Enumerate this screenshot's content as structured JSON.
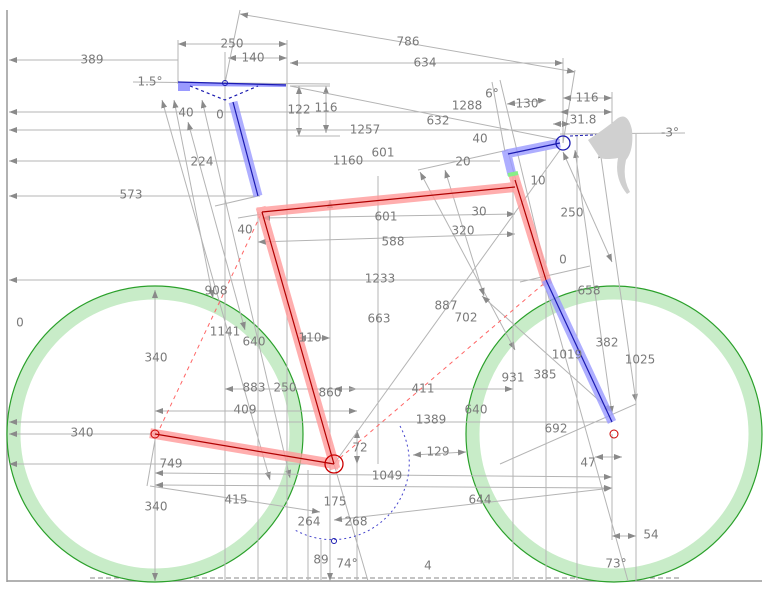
{
  "colors": {
    "frame": "#ff9a9a",
    "frame_line": "#b00000",
    "components": "#9a9aff",
    "component_line": "#1a1ab0",
    "wheel_tire": "#c8ecc8",
    "wheel_rim": "#2aa02a",
    "dimension": "#a0a0a0",
    "hood": "#d0d0d0"
  },
  "dimensions": [
    "389",
    "250",
    "140",
    "1.5°",
    "786",
    "634",
    "122",
    "116",
    "40",
    "0",
    "6°",
    "130",
    "116",
    "632",
    "1288",
    "31.8",
    "1257",
    "-3°",
    "40",
    "601",
    "1160",
    "20",
    "10",
    "224",
    "573",
    "30",
    "601",
    "250",
    "320",
    "40",
    "588",
    "0",
    "1233",
    "658",
    "908",
    "887",
    "702",
    "663",
    "0",
    "1141",
    "640",
    "110",
    "382",
    "1025",
    "1019",
    "340",
    "385",
    "931",
    "883",
    "250",
    "860",
    "411",
    "409",
    "1389",
    "640",
    "692",
    "340",
    "72",
    "129",
    "749",
    "1049",
    "47",
    "415",
    "644",
    "340",
    "175",
    "264",
    "268",
    "54",
    "89",
    "74°",
    "73°",
    "4"
  ]
}
